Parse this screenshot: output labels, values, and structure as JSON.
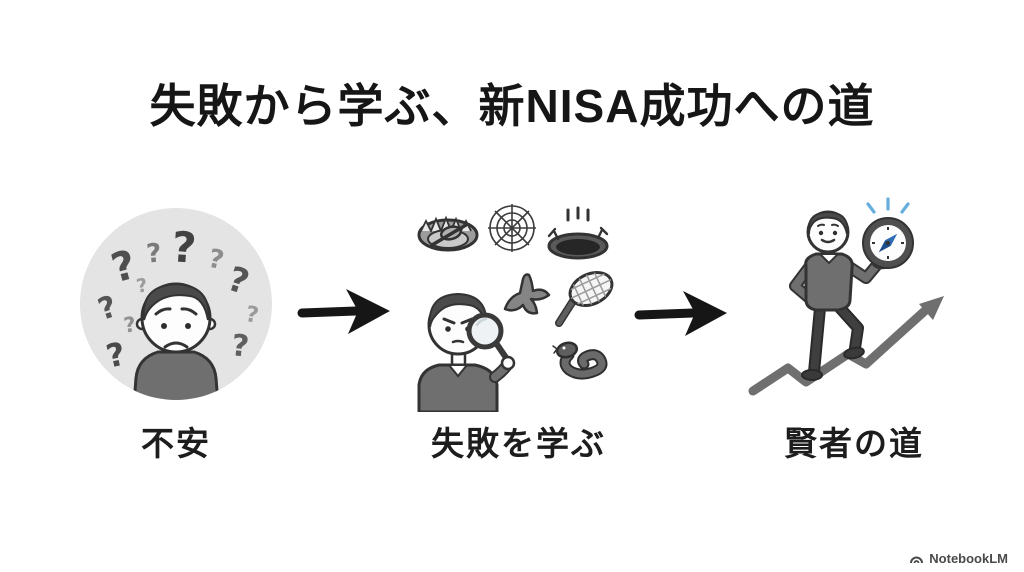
{
  "title": "失敗から学ぶ、新NISA成功への道",
  "flow": {
    "stages": [
      {
        "id": "anxiety",
        "label": "不安",
        "illustration": "anxious-person-surrounded-by-question-marks"
      },
      {
        "id": "learn-failures",
        "label": "失敗を学ぶ",
        "illustration": "person-with-magnifying-glass-examining-hazards",
        "hazard_icons": [
          "bear-trap",
          "spider-web",
          "pitfall-hole",
          "banana-peel",
          "butterfly-net",
          "snake"
        ]
      },
      {
        "id": "wise-path",
        "label": "賢者の道",
        "illustration": "person-holding-compass-climbing-rising-chart-arrow"
      }
    ],
    "connector_icon": "right-arrow"
  },
  "watermark": {
    "brand": "NotebookLM"
  },
  "colors": {
    "background": "#ffffff",
    "ink": "#161616",
    "label_ink": "#1d1d1d",
    "circle_gray": "#e4e4e4",
    "figure_gray": "#6f6f6f",
    "accent_blue": "#2e6cb5",
    "needle_dark": "#1c4e8d",
    "sparkle_blue": "#66aede",
    "chart_arrow_gray": "#6f6f6f",
    "watermark_gray": "#4a4a4a"
  }
}
